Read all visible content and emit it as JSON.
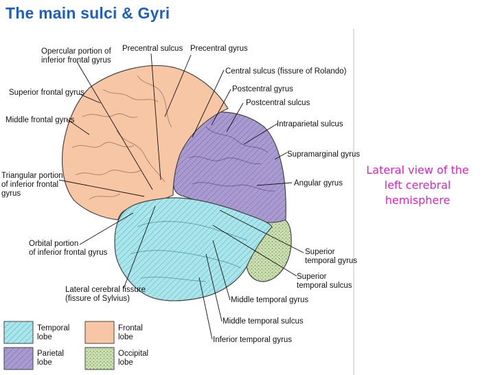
{
  "title": "The main sulci & Gyri",
  "caption": [
    "Lateral view of the",
    "left cerebral",
    "hemisphere"
  ],
  "colors": {
    "title": "#1f5fbf",
    "caption": "#e020c8",
    "frontal": "#f7c6a4",
    "parietal": "#a99ad0",
    "temporal": "#a8e6ec",
    "occipital": "#cbdfb0"
  },
  "labels": {
    "opercular": [
      "Opercular portion of",
      "inferior frontal gyrus"
    ],
    "precentral_sulcus": "Precentral sulcus",
    "precentral_gyrus": "Precentral gyrus",
    "central_sulcus": "Central sulcus (fissure of Rolando)",
    "postcentral_gyrus": "Postcentral gyrus",
    "postcentral_sulcus": "Postcentral sulcus",
    "superior_frontal": "Superior frontal gyrus",
    "middle_frontal": "Middle frontal gyrus",
    "intraparietal": "Intraparietal sulcus",
    "supramarginal": "Supramarginal gyrus",
    "angular": "Angular gyrus",
    "triangular": [
      "Triangular portion",
      "of inferior frontal",
      "gyrus"
    ],
    "orbital": [
      "Orbital portion",
      "of inferior frontal gyrus"
    ],
    "superior_temporal_gyrus": [
      "Superior",
      "temporal gyrus"
    ],
    "superior_temporal_sulcus": [
      "Superior",
      "temporal sulcus"
    ],
    "lateral_fissure": [
      "Lateral cerebral fissure",
      "(fissure of Sylvius)"
    ],
    "middle_temporal_gyrus": "Middle temporal gyrus",
    "middle_temporal_sulcus": "Middle temporal sulcus",
    "inferior_temporal_gyrus": "Inferior temporal gyrus"
  },
  "legend": {
    "temporal": [
      "Temporal",
      "lobe"
    ],
    "frontal": [
      "Frontal",
      "lobe"
    ],
    "parietal": [
      "Parietal",
      "lobe"
    ],
    "occipital": [
      "Occipital",
      "lobe"
    ]
  }
}
